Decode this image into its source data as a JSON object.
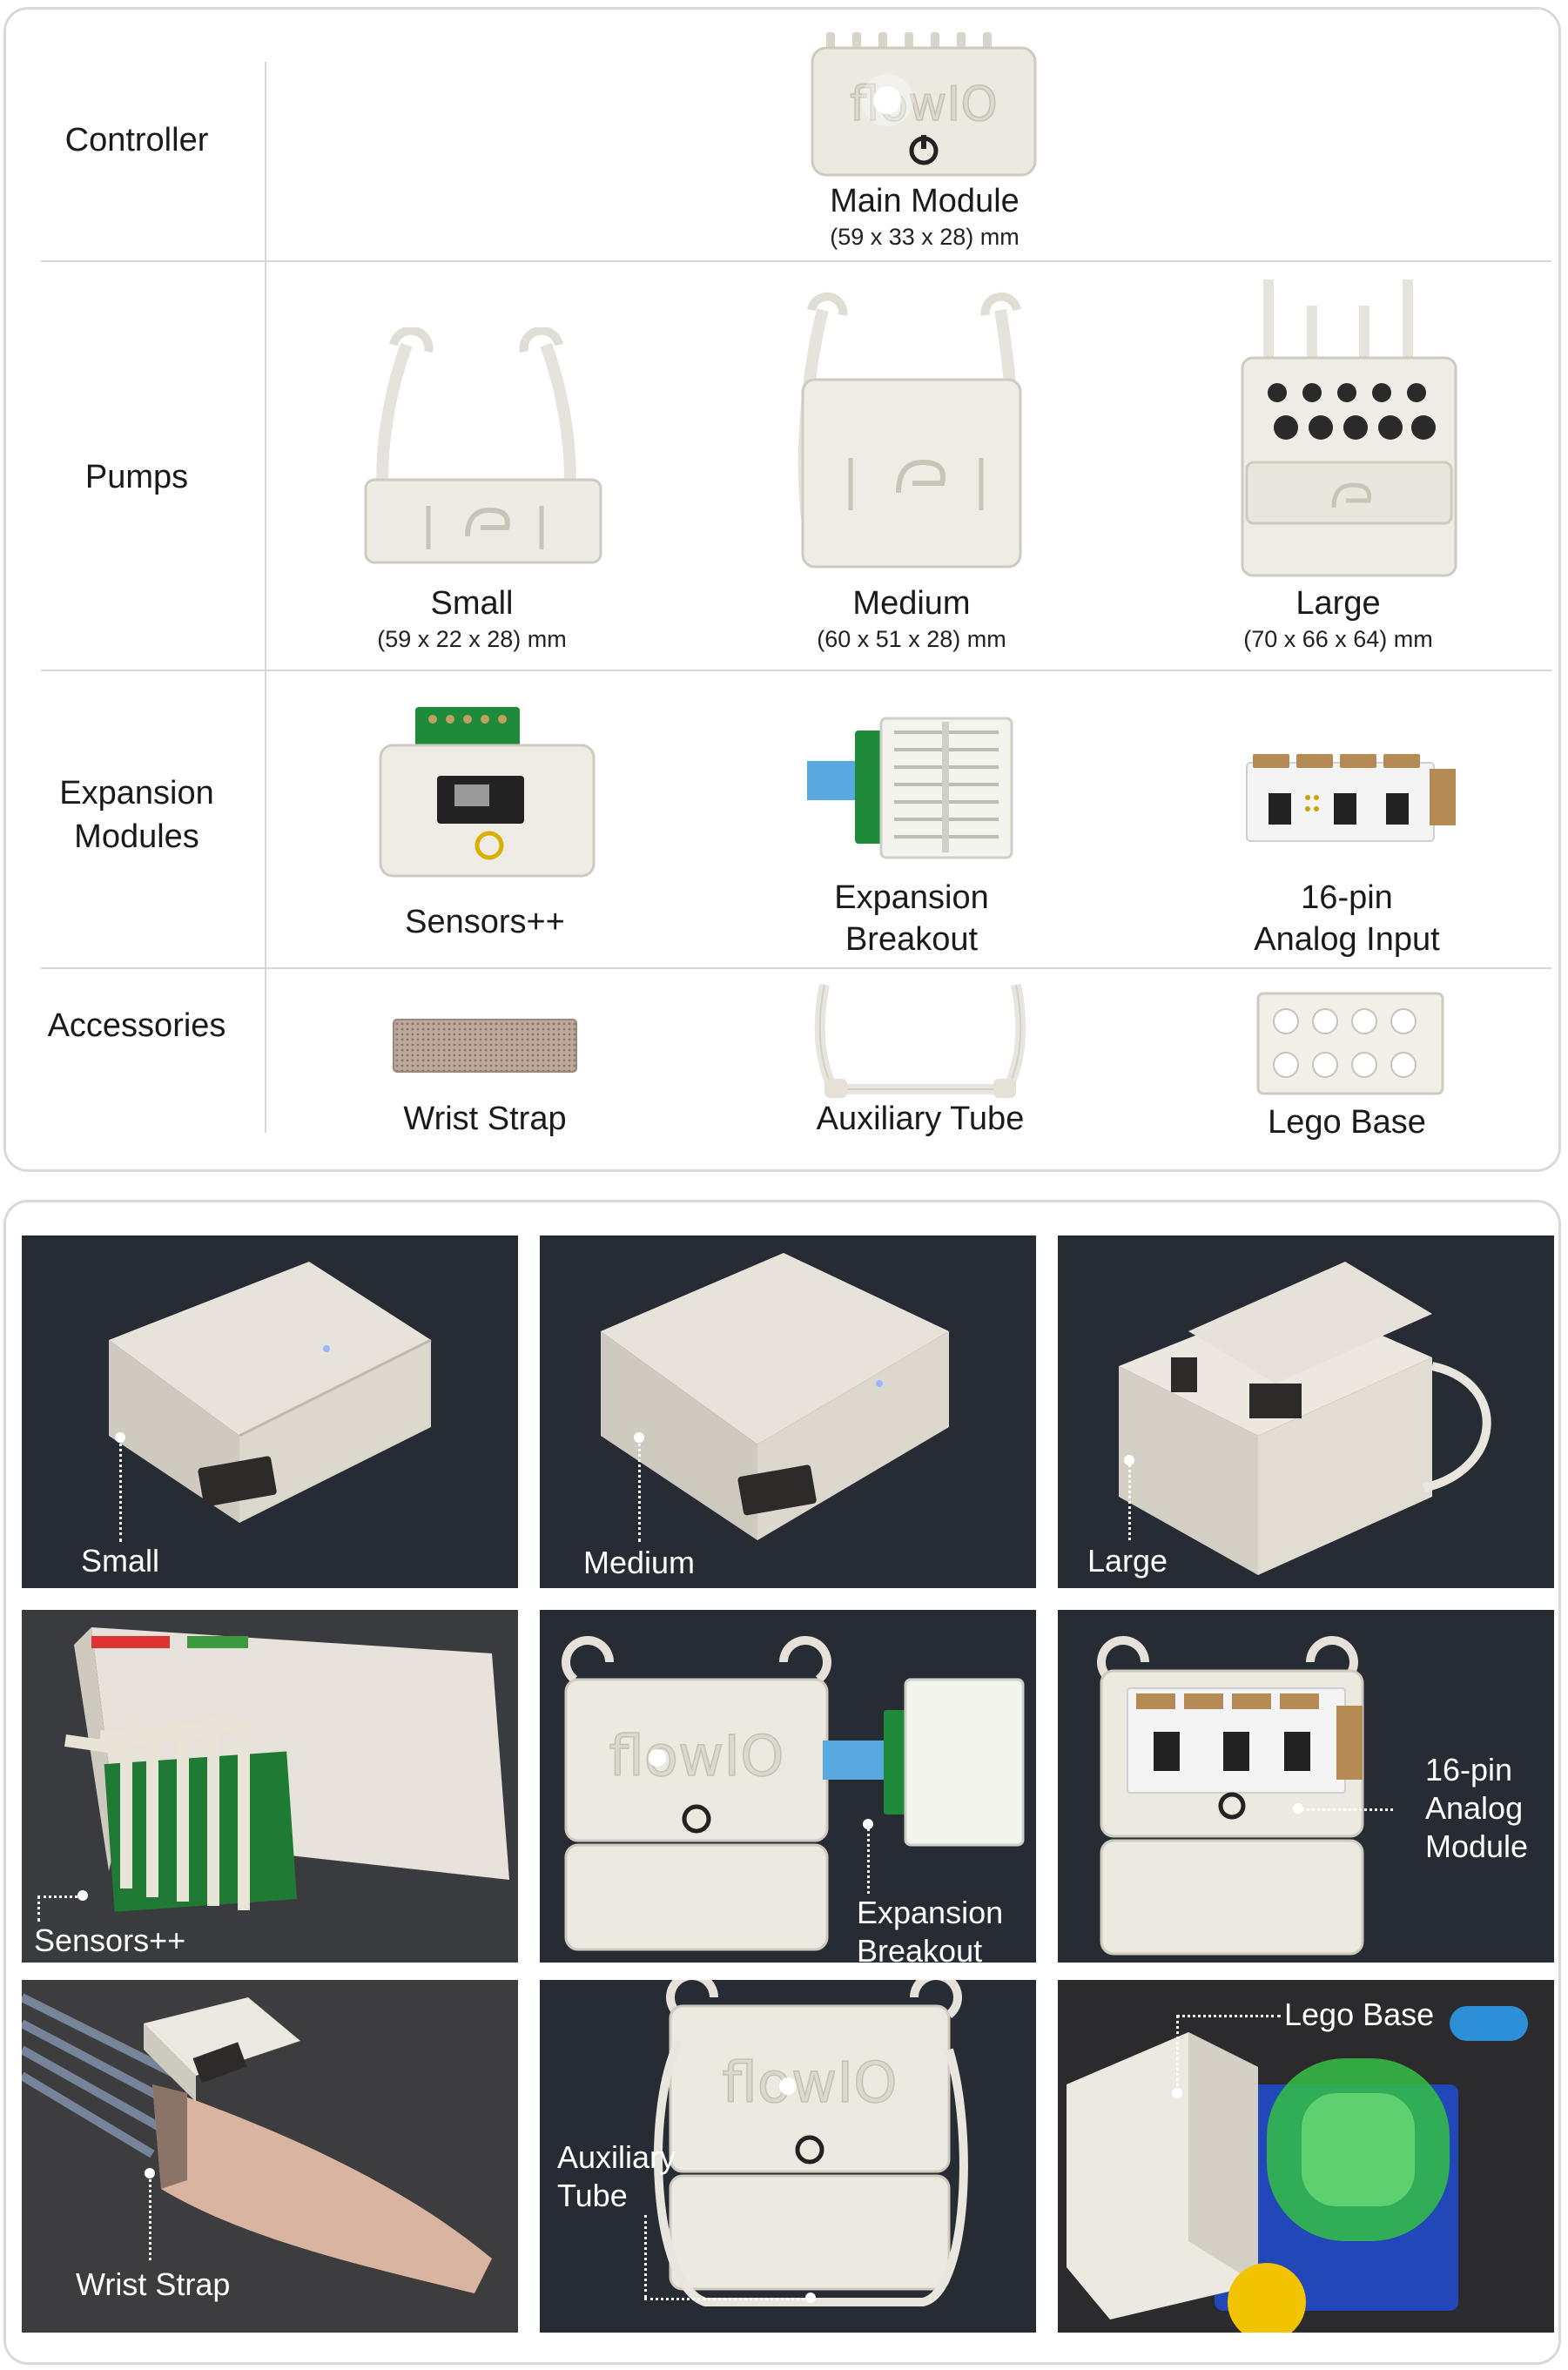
{
  "table": {
    "rows": {
      "controller": "Controller",
      "pumps": "Pumps",
      "expansion_1": "Expansion",
      "expansion_2": "Modules",
      "accessories": "Accessories"
    },
    "controller": {
      "name": "Main Module",
      "dims": "(59 x 33 x 28) mm",
      "logo": "flowIO"
    },
    "pumps": [
      {
        "name": "Small",
        "dims": "(59 x 22 x 28) mm"
      },
      {
        "name": "Medium",
        "dims": "(60 x 51 x 28) mm"
      },
      {
        "name": "Large",
        "dims": "(70 x 66 x 64) mm"
      }
    ],
    "expansion": [
      {
        "line1": "Sensors++",
        "line2": ""
      },
      {
        "line1": "Expansion",
        "line2": "Breakout"
      },
      {
        "line1": "16-pin",
        "line2": "Analog Input"
      }
    ],
    "accessories": [
      "Wrist Strap",
      "Auxiliary Tube",
      "Lego Base"
    ]
  },
  "photos": {
    "small": "Small",
    "medium": "Medium",
    "large": "Large",
    "sensors": "Sensors++",
    "breakout_1": "Expansion",
    "breakout_2": "Breakout",
    "analog_1": "16-pin",
    "analog_2": "Analog",
    "analog_3": "Module",
    "wrist": "Wrist Strap",
    "tube_1": "Auxiliary",
    "tube_2": "Tube",
    "lego": "Lego Base"
  },
  "colors": {
    "module_white": "#ece9e1",
    "photo_bg": "#272b33",
    "divider": "#d6d6d6"
  }
}
